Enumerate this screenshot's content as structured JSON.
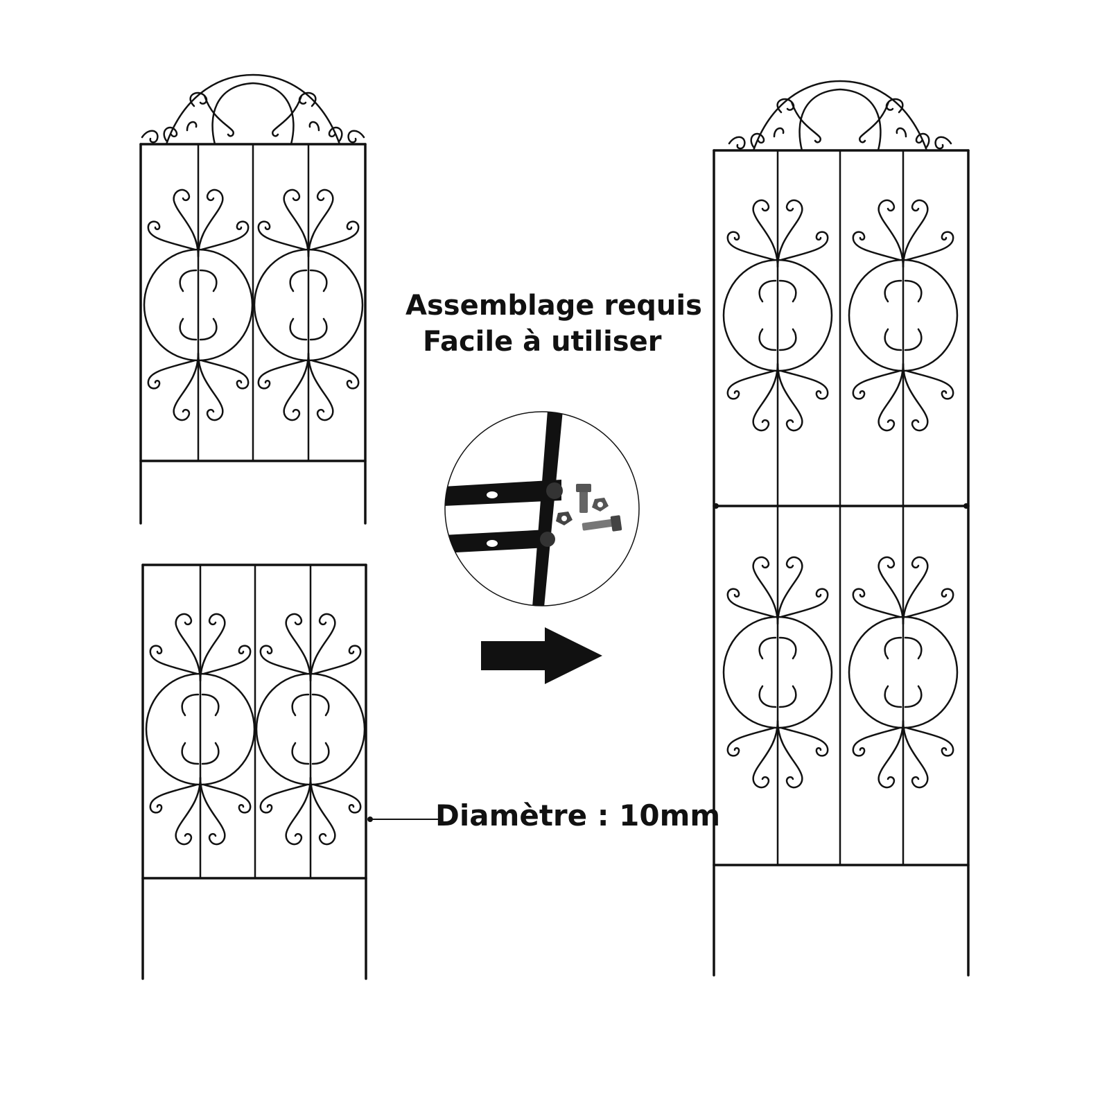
{
  "captions": {
    "line1": "Assemblage requis",
    "line2": "Facile à utiliser",
    "diameter": "Diamètre : 10mm"
  },
  "colors": {
    "ink": "#111111",
    "background": "#ffffff",
    "hardware": "#555555"
  },
  "icons": {
    "arrow": "right-arrow-icon",
    "detail": "bolt-connection-detail"
  }
}
